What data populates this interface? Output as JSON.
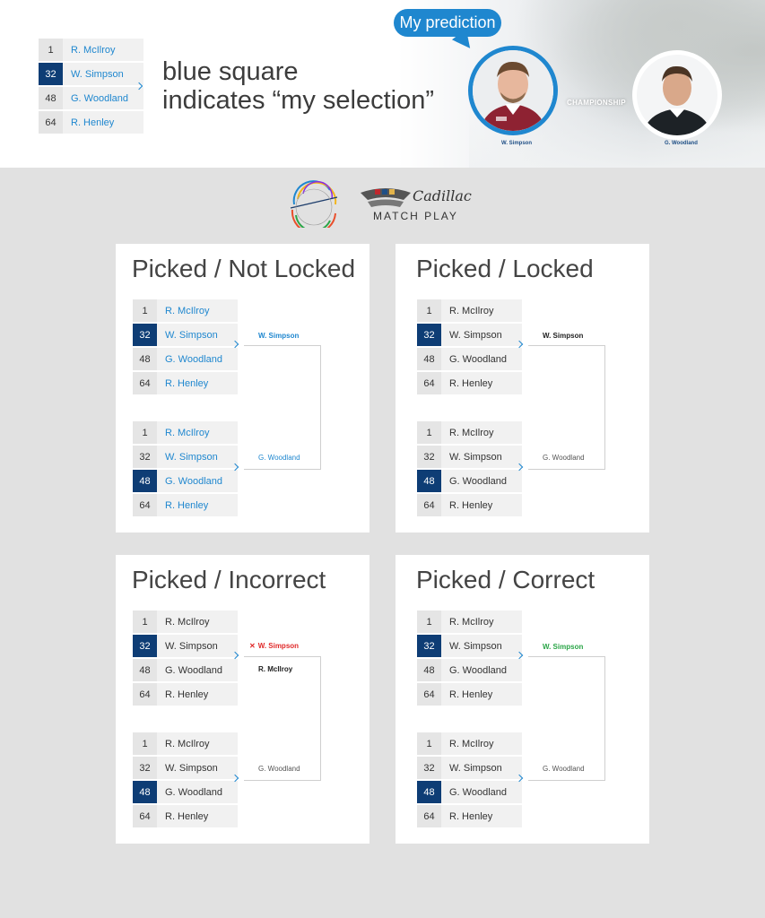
{
  "legend": {
    "rows": [
      {
        "seed": "1",
        "name": "R. McIlroy",
        "selected": false
      },
      {
        "seed": "32",
        "name": "W. Simpson",
        "selected": true
      },
      {
        "seed": "48",
        "name": "G. Woodland",
        "selected": false
      },
      {
        "seed": "64",
        "name": "R. Henley",
        "selected": false
      }
    ],
    "caption_line1": "blue square",
    "caption_line2": "indicates “my selection”"
  },
  "prediction": {
    "bubble": "My prediction",
    "left_player": "W. Simpson",
    "right_player": "G. Woodland",
    "round": "CHAMPIONSHIP"
  },
  "logos": {
    "cadillac_script": "Cadillac",
    "match_play": "MATCH PLAY"
  },
  "cards": [
    {
      "title": "Picked / Not Locked",
      "group1": [
        {
          "seed": "1",
          "name": "R. McIlroy"
        },
        {
          "seed": "32",
          "name": "W. Simpson"
        },
        {
          "seed": "48",
          "name": "G. Woodland"
        },
        {
          "seed": "64",
          "name": "R. Henley"
        }
      ],
      "group2": [
        {
          "seed": "1",
          "name": "R. McIlroy"
        },
        {
          "seed": "32",
          "name": "W. Simpson"
        },
        {
          "seed": "48",
          "name": "G. Woodland"
        },
        {
          "seed": "64",
          "name": "R. Henley"
        }
      ],
      "winner1": "W. Simpson",
      "winner2": "G. Woodland"
    },
    {
      "title": "Picked / Locked",
      "group1": [
        {
          "seed": "1",
          "name": "R. McIlroy"
        },
        {
          "seed": "32",
          "name": "W. Simpson"
        },
        {
          "seed": "48",
          "name": "G. Woodland"
        },
        {
          "seed": "64",
          "name": "R. Henley"
        }
      ],
      "group2": [
        {
          "seed": "1",
          "name": "R. McIlroy"
        },
        {
          "seed": "32",
          "name": "W. Simpson"
        },
        {
          "seed": "48",
          "name": "G. Woodland"
        },
        {
          "seed": "64",
          "name": "R. Henley"
        }
      ],
      "winner1": "W. Simpson",
      "winner2": "G. Woodland"
    },
    {
      "title": "Picked / Incorrect",
      "group1": [
        {
          "seed": "1",
          "name": "R. McIlroy"
        },
        {
          "seed": "32",
          "name": "W. Simpson"
        },
        {
          "seed": "48",
          "name": "G. Woodland"
        },
        {
          "seed": "64",
          "name": "R. Henley"
        }
      ],
      "group2": [
        {
          "seed": "1",
          "name": "R. McIlroy"
        },
        {
          "seed": "32",
          "name": "W. Simpson"
        },
        {
          "seed": "48",
          "name": "G. Woodland"
        },
        {
          "seed": "64",
          "name": "R. Henley"
        }
      ],
      "winner1_mark": "✕",
      "winner1": "W. Simpson",
      "actual1": "R. McIlroy",
      "winner2": "G. Woodland"
    },
    {
      "title": "Picked / Correct",
      "group1": [
        {
          "seed": "1",
          "name": "R. McIlroy"
        },
        {
          "seed": "32",
          "name": "W. Simpson"
        },
        {
          "seed": "48",
          "name": "G. Woodland"
        },
        {
          "seed": "64",
          "name": "R. Henley"
        }
      ],
      "group2": [
        {
          "seed": "1",
          "name": "R. McIlroy"
        },
        {
          "seed": "32",
          "name": "W. Simpson"
        },
        {
          "seed": "48",
          "name": "G. Woodland"
        },
        {
          "seed": "64",
          "name": "R. Henley"
        }
      ],
      "winner1": "W. Simpson",
      "winner2": "G. Woodland"
    }
  ],
  "colors": {
    "selection": "#0e3d75",
    "accent_blue": "#1f87cf",
    "incorrect": "#e02a2a",
    "correct": "#2aa547"
  }
}
